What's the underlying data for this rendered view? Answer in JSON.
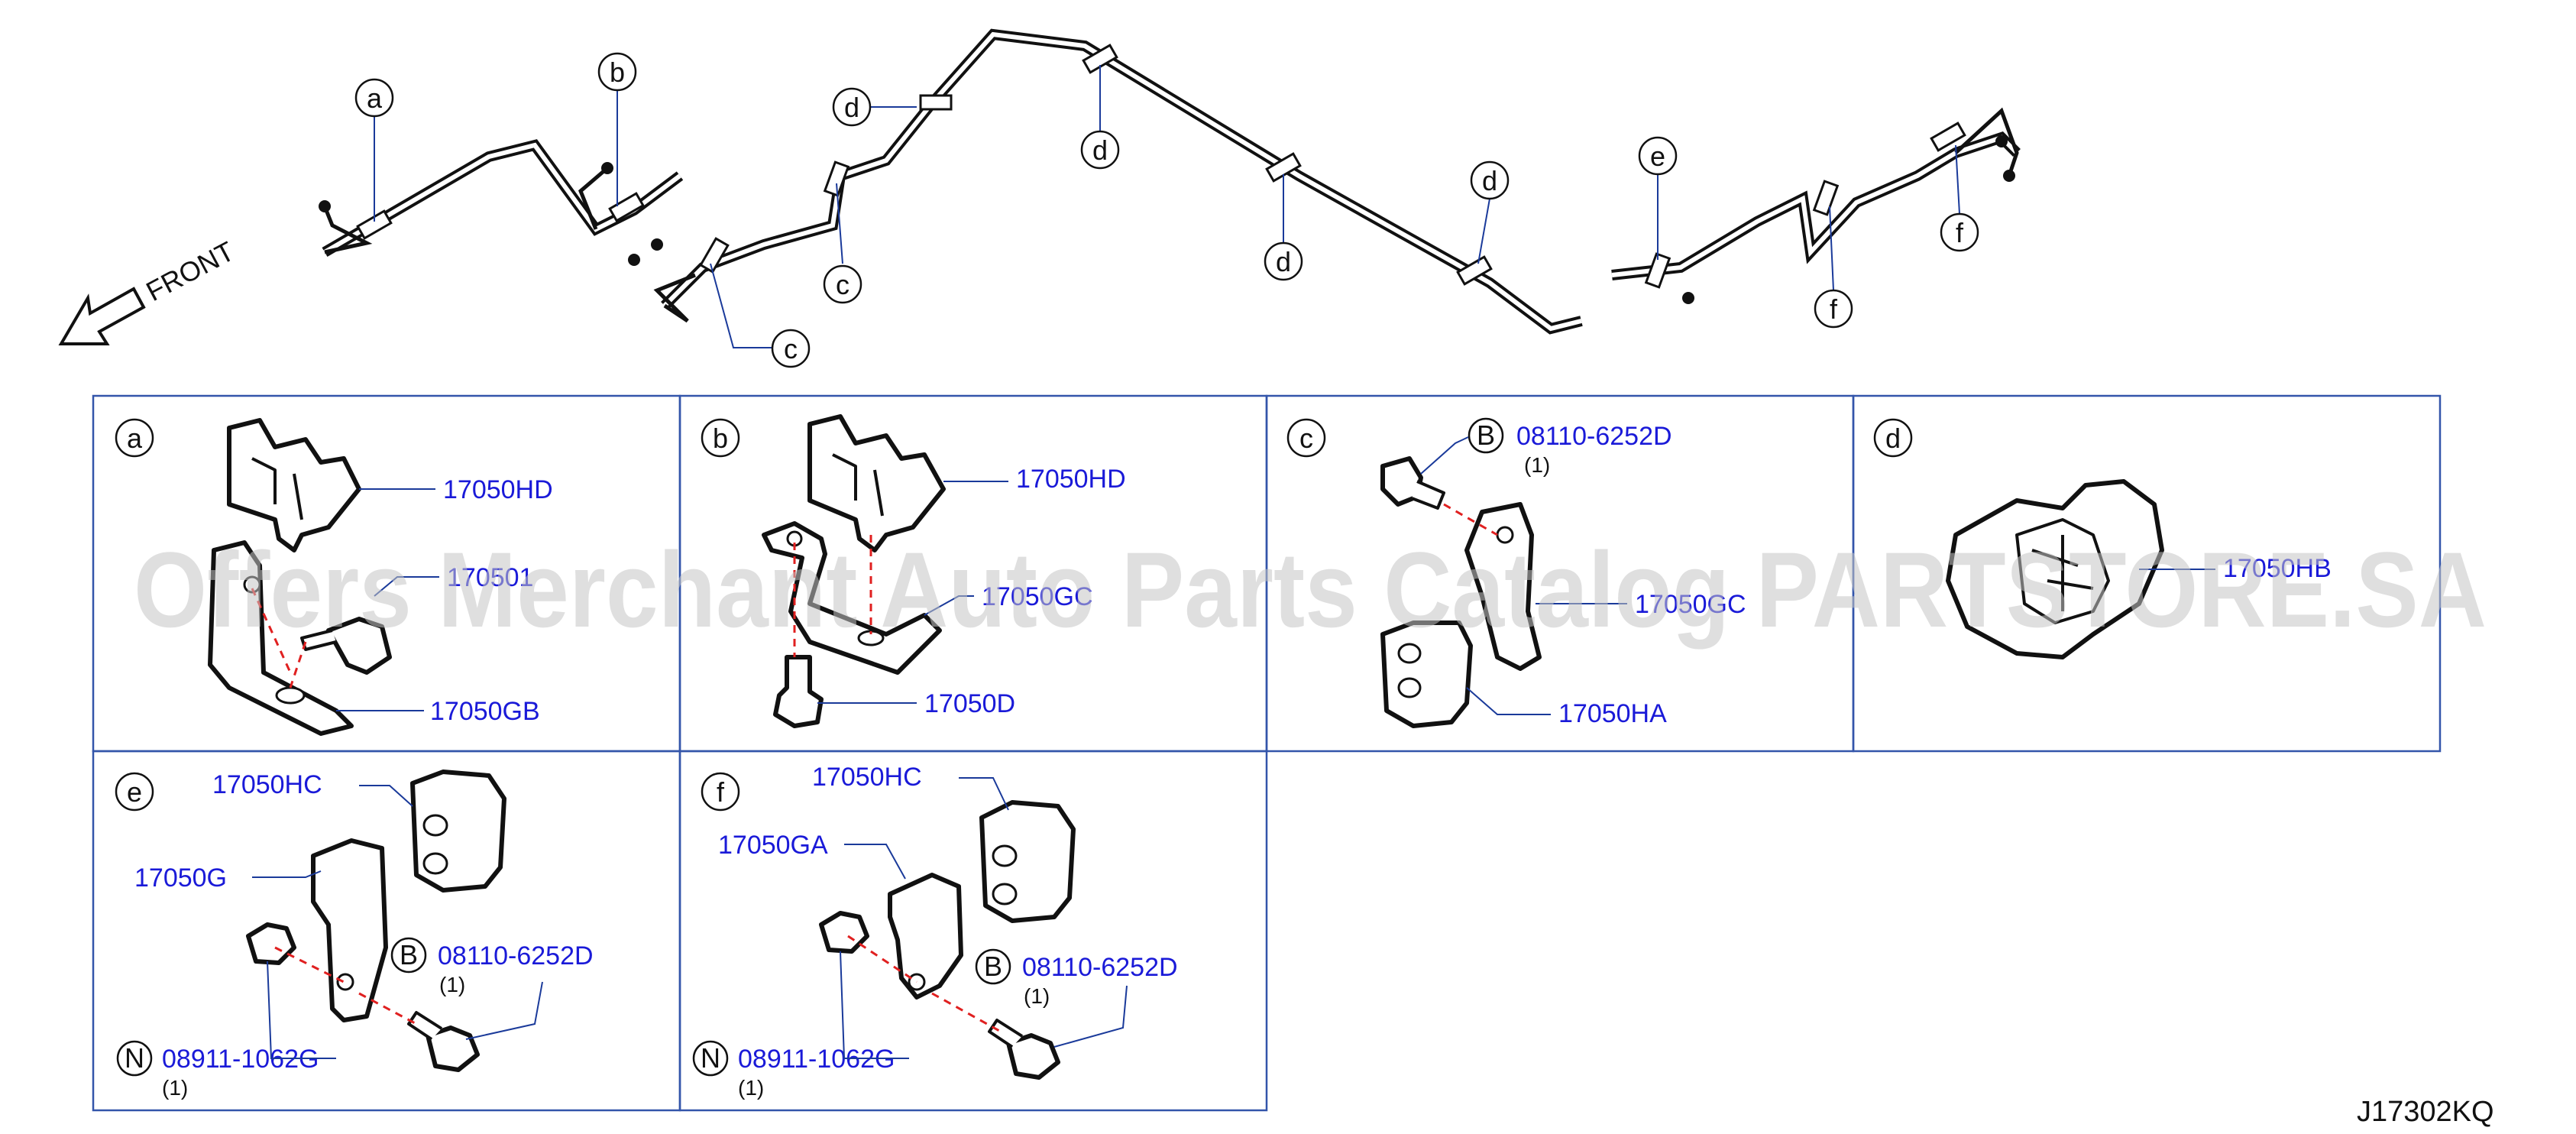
{
  "diagram": {
    "direction_label": "FRONT",
    "watermark": "Offers Merchant Auto Parts Catalog PARTSTORE.SA",
    "drawing_code": "J17302KQ",
    "overview_callouts": [
      "a",
      "b",
      "c",
      "d",
      "d",
      "d",
      "d",
      "e",
      "f",
      "f",
      "c"
    ],
    "panels": [
      {
        "letter": "a",
        "parts": [
          "17050HD",
          "170501",
          "17050GB"
        ]
      },
      {
        "letter": "b",
        "parts": [
          "17050HD",
          "17050GC",
          "17050D"
        ]
      },
      {
        "letter": "c",
        "bolt_marker": "B",
        "bolt_part": "08110-6252D",
        "bolt_qty": "(1)",
        "parts": [
          "17050GC",
          "17050HA"
        ]
      },
      {
        "letter": "d",
        "parts": [
          "17050HB"
        ]
      },
      {
        "letter": "e",
        "parts": [
          "17050HC",
          "17050G"
        ],
        "bolt_marker": "B",
        "bolt_part": "08110-6252D",
        "bolt_qty": "(1)",
        "nut_marker": "N",
        "nut_part": "08911-1062G",
        "nut_qty": "(1)"
      },
      {
        "letter": "f",
        "parts": [
          "17050HC",
          "17050GA"
        ],
        "bolt_marker": "B",
        "bolt_part": "08110-6252D",
        "bolt_qty": "(1)",
        "nut_marker": "N",
        "nut_part": "08911-1062G",
        "nut_qty": "(1)"
      }
    ]
  }
}
